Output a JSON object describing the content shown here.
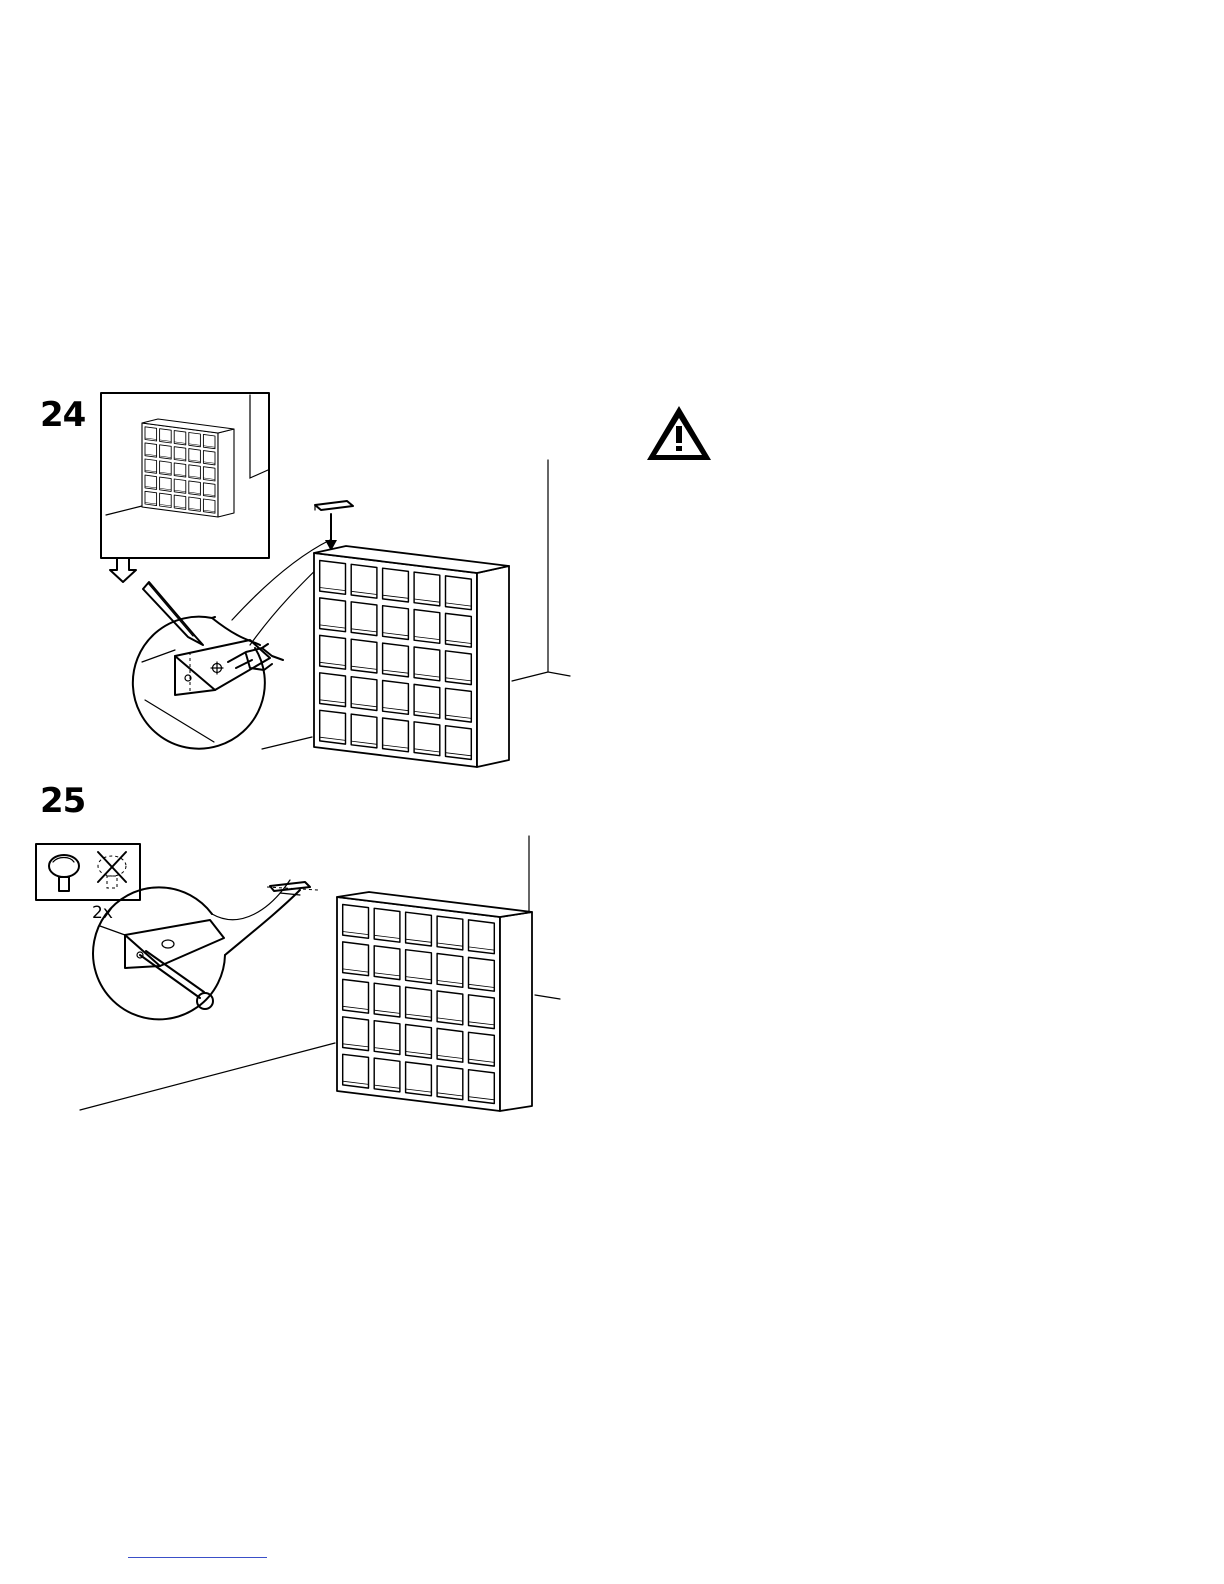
{
  "steps": [
    {
      "number": "24",
      "quantity": ""
    },
    {
      "number": "25",
      "quantity": "2x"
    }
  ],
  "icons": {
    "warning": "warning-triangle-icon",
    "flow_arrow": "arrow-down-outline-icon",
    "pencil": "pencil-icon",
    "hand": "pointing-hand-icon",
    "screw_ok": "screw-head-icon",
    "screw_no": "screw-crossed-icon"
  },
  "colors": {
    "ink": "#000000",
    "footer_rule": "#3a4fc8"
  }
}
